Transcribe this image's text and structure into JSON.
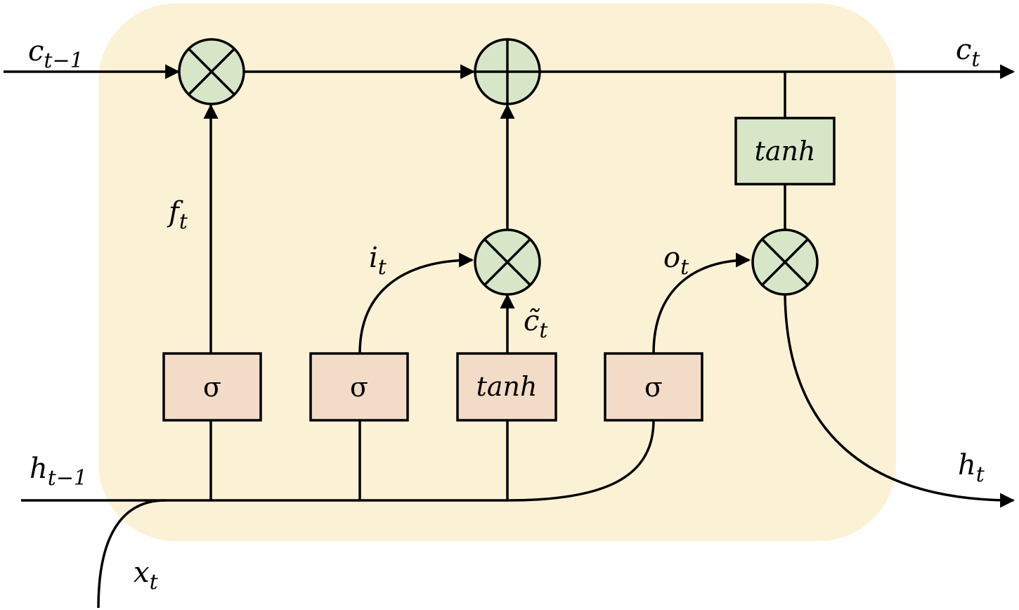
{
  "colors": {
    "cell_background": "#fbf2d5",
    "op_circle_fill": "#d6e6c6",
    "sigma_box_fill": "#f3dcc7",
    "tanh_out_box_fill": "#d6e6c6",
    "line": "#000000"
  },
  "labels": {
    "c_prev": {
      "base": "c",
      "sub": "t−1"
    },
    "c_t": {
      "base": "c",
      "sub": "t"
    },
    "h_prev": {
      "base": "h",
      "sub": "t−1"
    },
    "h_t": {
      "base": "h",
      "sub": "t"
    },
    "x_t": {
      "base": "x",
      "sub": "t"
    },
    "f_t": {
      "base": "f",
      "sub": "t"
    },
    "i_t": {
      "base": "i",
      "sub": "t"
    },
    "o_t": {
      "base": "o",
      "sub": "t"
    },
    "c_tilde": {
      "base": "c̃",
      "sub": "t"
    }
  },
  "gates": {
    "forget": "σ",
    "input": "σ",
    "candidate": "tanh",
    "output": "σ",
    "cell_out": "tanh"
  },
  "icons": {
    "multiply": "multiply-op-icon",
    "add": "add-op-icon"
  }
}
